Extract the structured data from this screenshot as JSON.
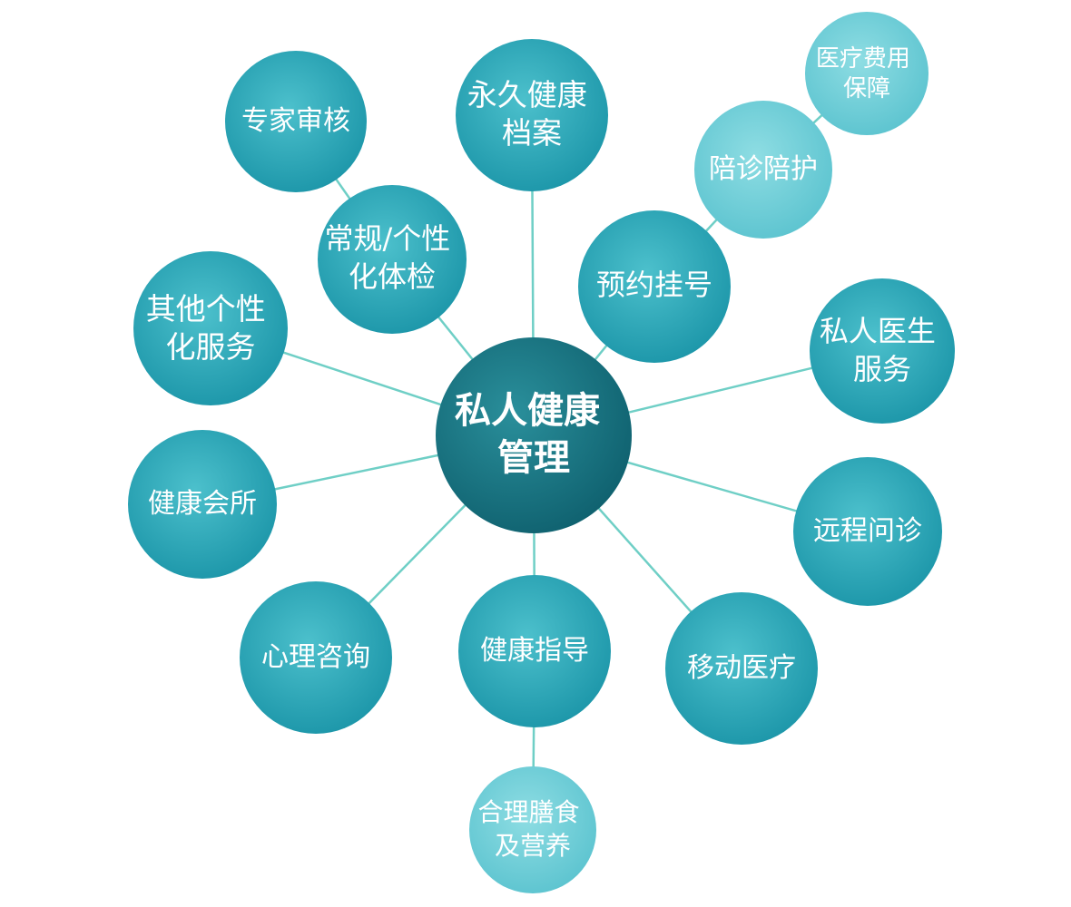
{
  "center": {
    "lines": [
      "私人健康",
      "管理"
    ]
  },
  "nodes": [
    {
      "id": "yongjiu-jiankang-dangan",
      "lines": [
        "永久健康",
        "档案"
      ]
    },
    {
      "id": "zhuanjia-shenhe",
      "lines": [
        "专家审核"
      ]
    },
    {
      "id": "changgui-gexinghua-tijian",
      "lines": [
        "常规/个性",
        "化体检"
      ]
    },
    {
      "id": "yiliao-feiyong-baozhang",
      "lines": [
        "医疗费用",
        "保障"
      ]
    },
    {
      "id": "peizhen-peihu",
      "lines": [
        "陪诊陪护"
      ]
    },
    {
      "id": "yuyue-guahao",
      "lines": [
        "预约挂号"
      ]
    },
    {
      "id": "qita-gexinghua-fuwu",
      "lines": [
        "其他个性",
        "化服务"
      ]
    },
    {
      "id": "siren-yisheng-fuwu",
      "lines": [
        "私人医生",
        "服务"
      ]
    },
    {
      "id": "jiankang-huisuo",
      "lines": [
        "健康会所"
      ]
    },
    {
      "id": "yuancheng-wenzhen",
      "lines": [
        "远程问诊"
      ]
    },
    {
      "id": "xinli-zixun",
      "lines": [
        "心理咨询"
      ]
    },
    {
      "id": "jiankang-zhidao",
      "lines": [
        "健康指导"
      ]
    },
    {
      "id": "yidong-yiliao",
      "lines": [
        "移动医疗"
      ]
    },
    {
      "id": "heli-shanshi-ji-yingyang",
      "lines": [
        "合理膳食",
        "及营养"
      ]
    }
  ],
  "colors": {
    "center_fill_inner": "#2a8f9b",
    "center_fill_outer": "#0e5f6d",
    "node_fill_inner": "#4cc0cc",
    "node_fill_outer": "#1b95a8",
    "light_node_fill_inner": "#8edde3",
    "light_node_fill_outer": "#5bc3cf",
    "connector": "#6fcfc6",
    "text": "#ffffff"
  }
}
